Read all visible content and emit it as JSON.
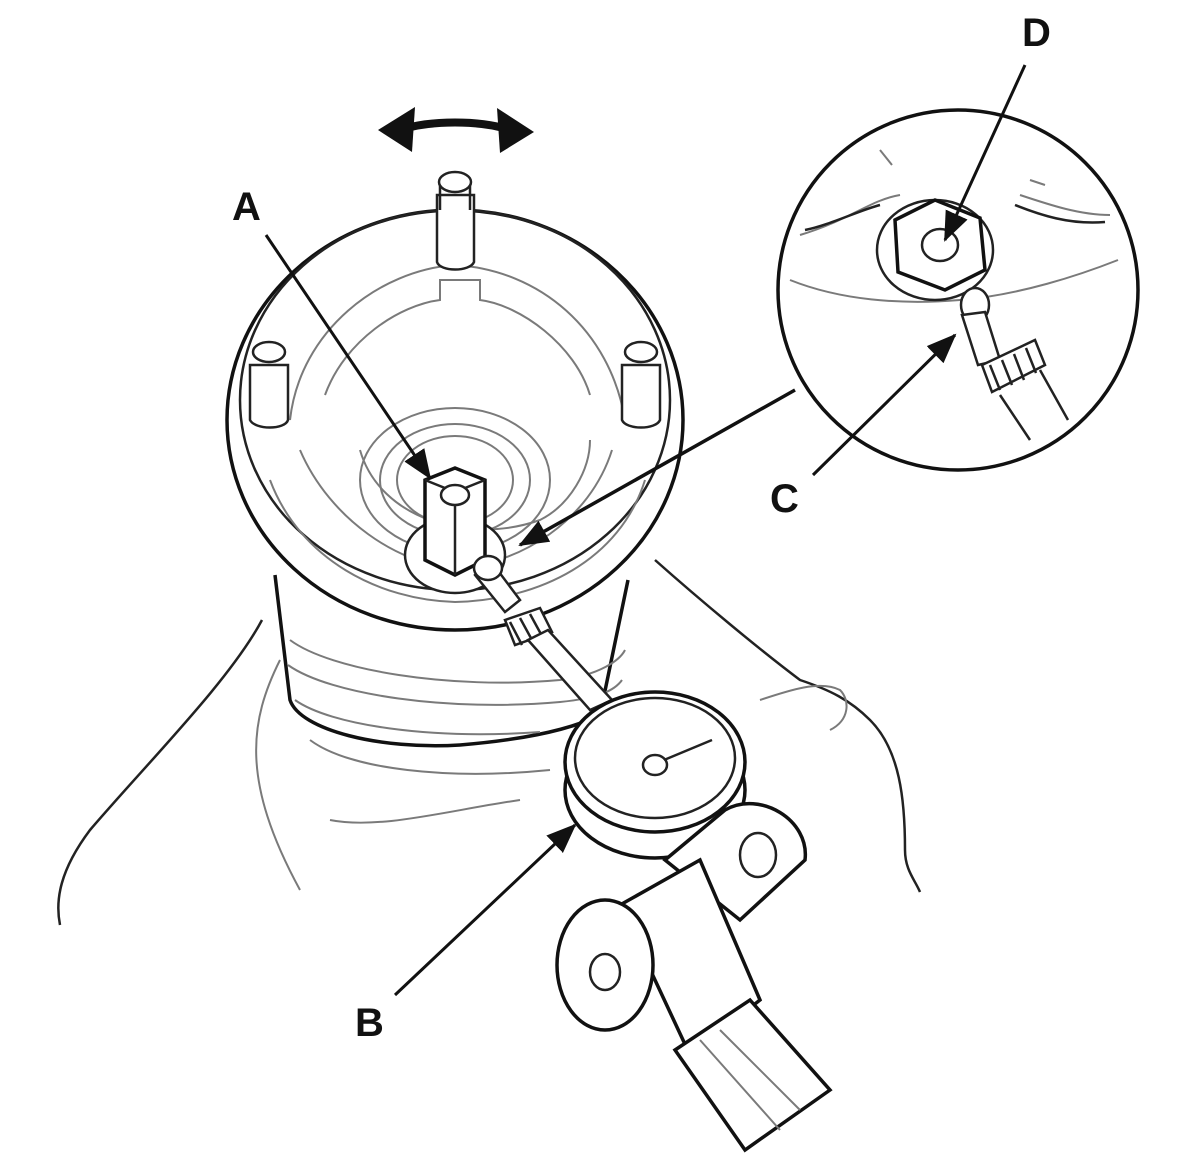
{
  "labels": {
    "A": "A",
    "B": "B",
    "C": "C",
    "D": "D"
  },
  "colors": {
    "line": "#111111",
    "detail_line": "#7a7a7a",
    "background": "#ffffff"
  },
  "icons": [
    "double-headed-arrow-icon"
  ]
}
